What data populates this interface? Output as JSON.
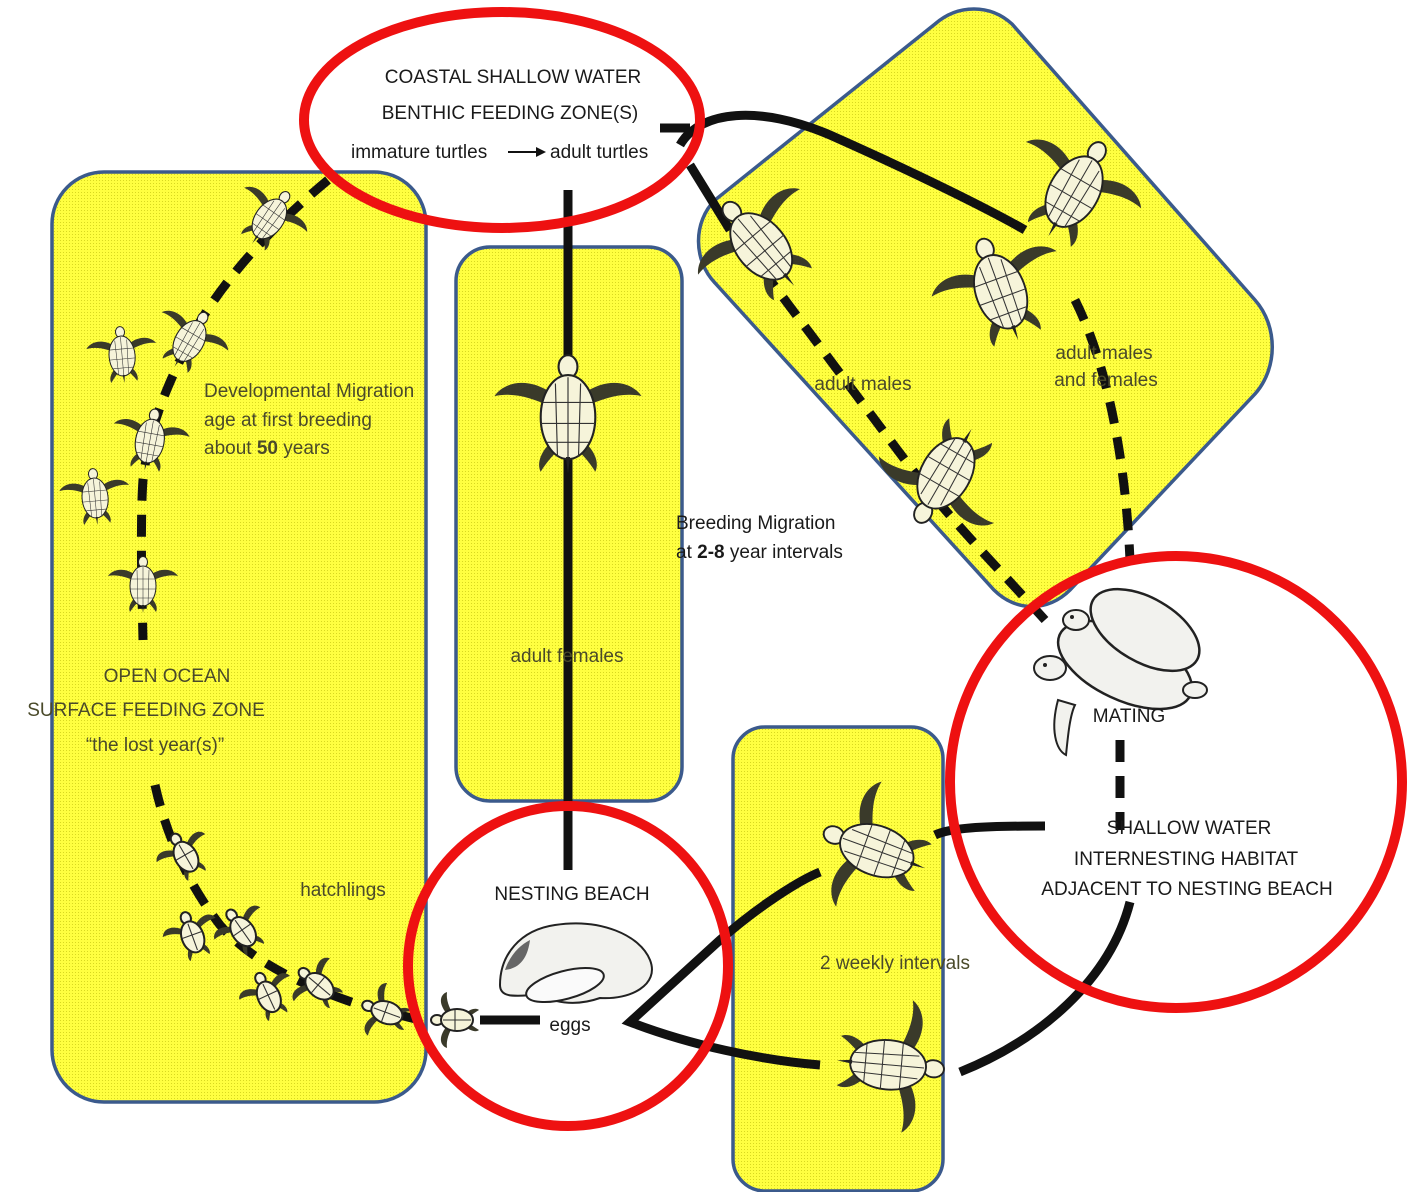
{
  "labels": {
    "coastal_line1": "COASTAL SHALLOW WATER",
    "coastal_line2": "BENTHIC FEEDING ZONE(S)",
    "coastal_line3_a": "immature turtles",
    "coastal_line3_b": "adult turtles",
    "dev_line1": "Developmental Migration",
    "dev_line2": "age at first breeding",
    "dev_line3_a": "about ",
    "dev_line3_num": "50",
    "dev_line3_b": " years",
    "breed_line1": "Breeding Migration",
    "breed_line2_a": "at ",
    "breed_line2_num": "2-8",
    "breed_line2_b": " year intervals",
    "adult_females": "adult females",
    "adult_males": "adult males",
    "adult_mf_line1": "adult males",
    "adult_mf_line2": "and females",
    "open_line1": "OPEN OCEAN",
    "open_line2": "SURFACE FEEDING ZONE",
    "open_line3": "“the lost year(s)”",
    "hatchlings": "hatchlings",
    "nesting_beach": "NESTING BEACH",
    "eggs": "eggs",
    "weekly": "2 weekly intervals",
    "mating": "MATING",
    "shallow_line1": "SHALLOW  WATER",
    "shallow_line2": "INTERNESTING  HABITAT",
    "shallow_line3": "ADJACENT  TO NESTING BEACH"
  },
  "colors": {
    "highlight_fill": "#ffff33",
    "highlight_border": "#3b5a8c",
    "circle_stroke": "#ee1111",
    "ink": "#111111"
  },
  "icons": [
    "turtle-icon",
    "hatchling-icon",
    "egg-nest-icon",
    "mating-turtles-icon"
  ]
}
